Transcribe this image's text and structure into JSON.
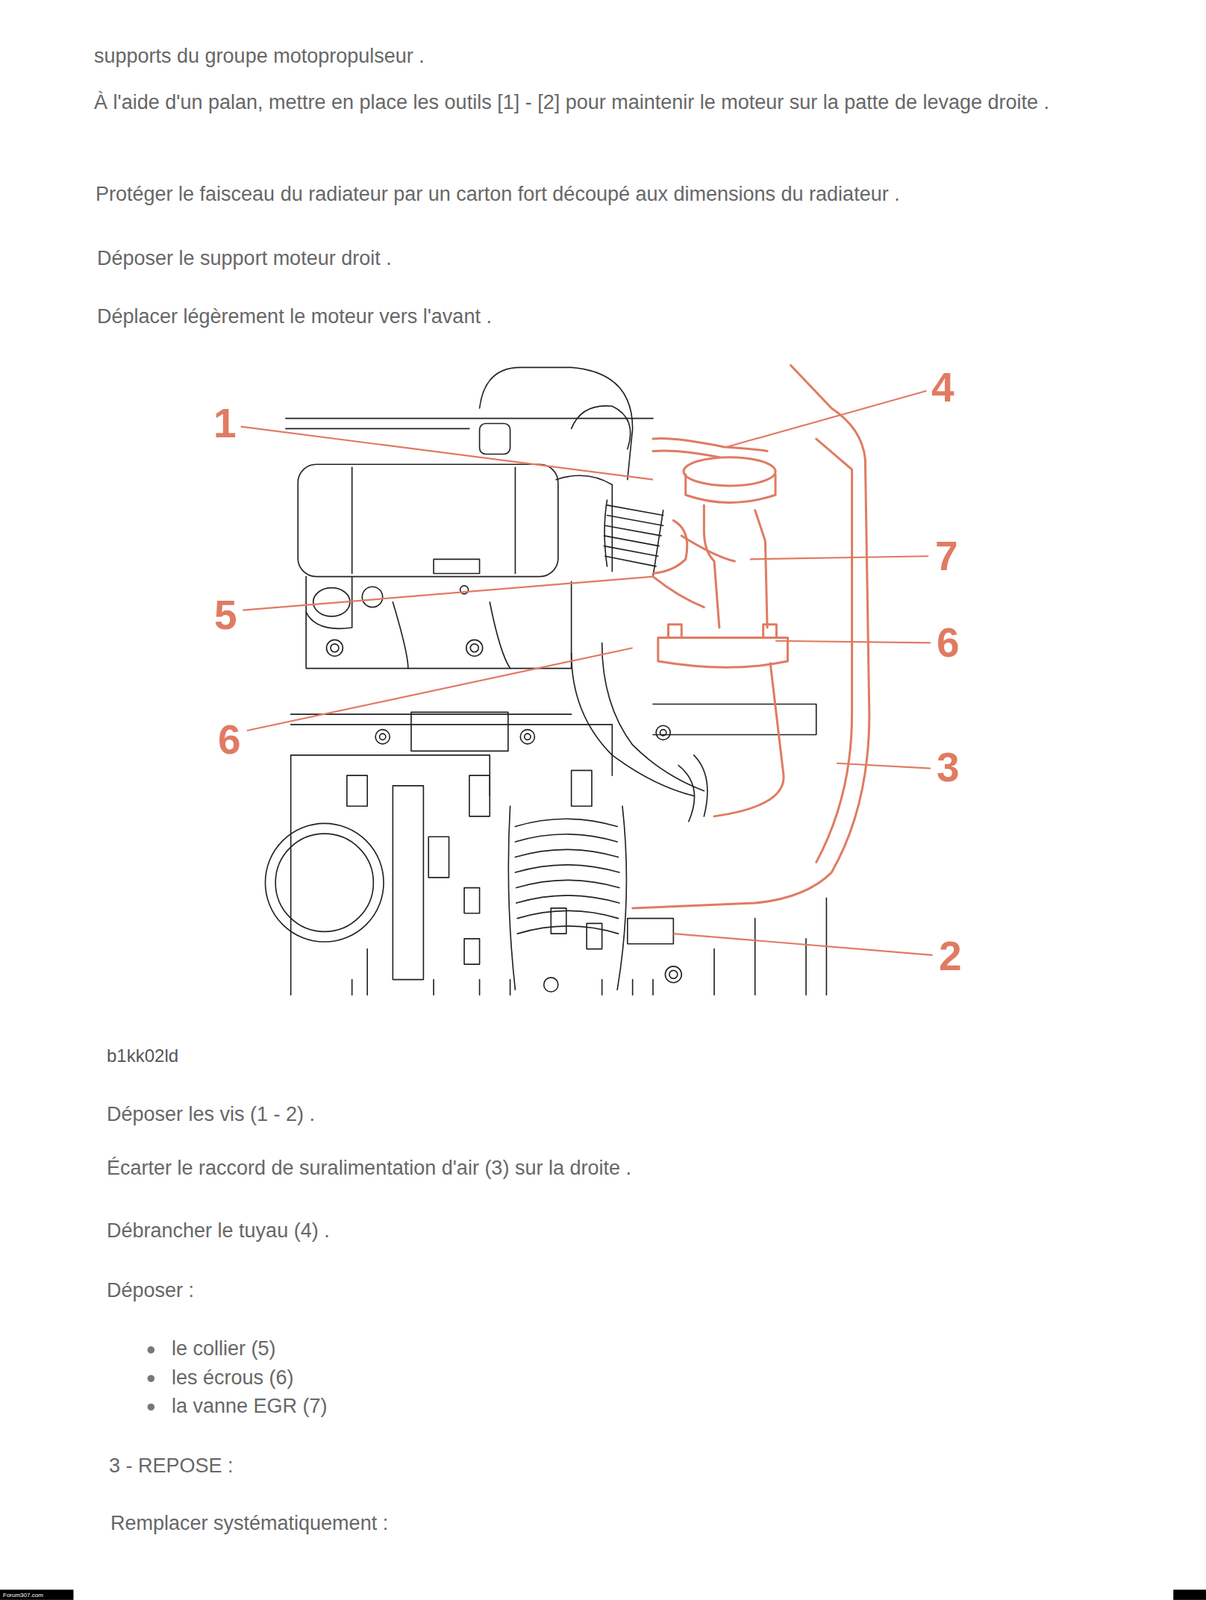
{
  "diagram": {
    "labels": [
      "supports du groupe motopropulseur .",
      "À l'aide d'un palan, mettre en place les outils [1] - [2] pour maintenir le moteur sur la patte de levage droite .",
      "Protéger le faisceau du radiateur par un carton fort découpé aux dimensions du radiateur .",
      "Déposer le support moteur droit .",
      "Déplacer légèrement le moteur vers l'avant .",
      "1",
      "4",
      "7",
      "5",
      "6",
      "6",
      "3",
      "2",
      "b1kk02ld",
      "Déposer les vis (1 - 2) .",
      "Écarter le raccord de suralimentation d'air (3) sur la droite .",
      "Débrancher le tuyau (4) .",
      "Déposer :",
      "le collier (5)",
      "les écrous (6)",
      "la vanne EGR (7)",
      "3 - REPOSE :",
      "Remplacer systématiquement :",
      "Forum307.com"
    ]
  }
}
